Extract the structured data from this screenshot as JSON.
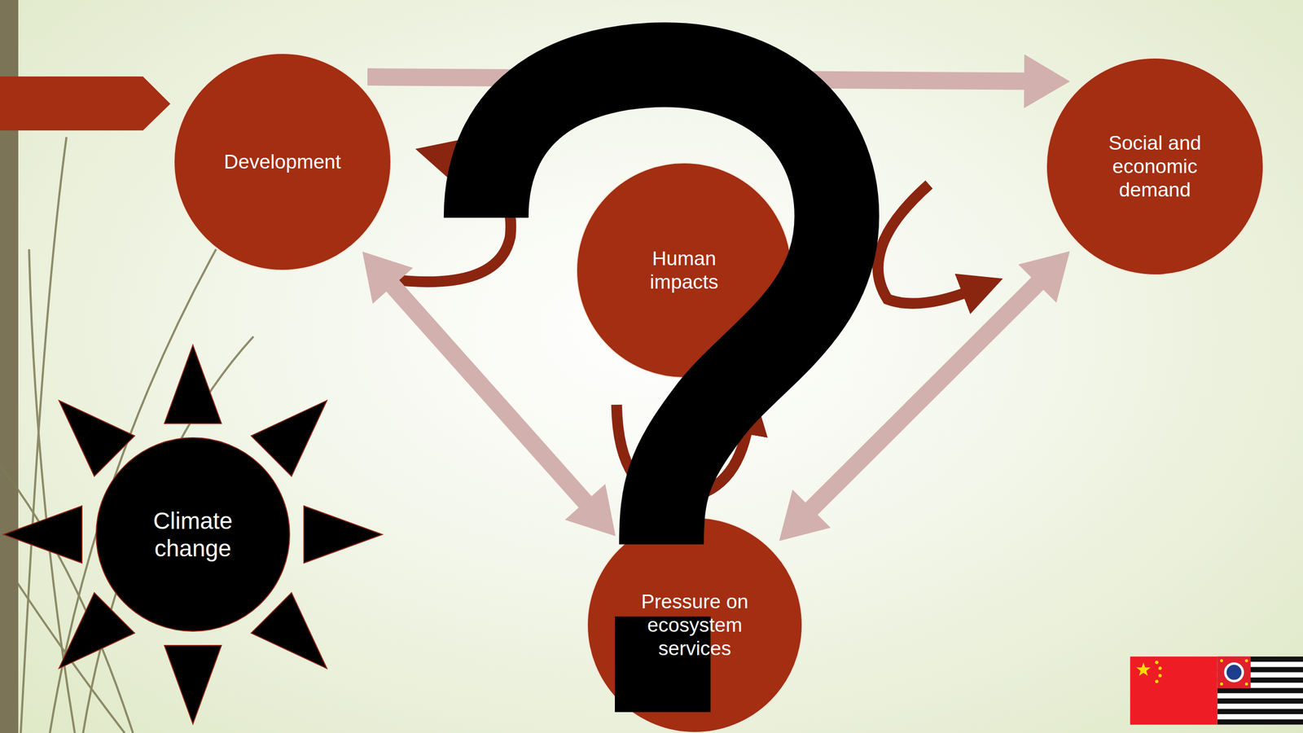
{
  "diagram": {
    "nodes": [
      {
        "text": [
          "Development"
        ]
      },
      {
        "text": [
          "Human impacts"
        ]
      },
      {
        "text": [
          "Social and economic demand"
        ]
      },
      {
        "text": [
          "Climate change"
        ]
      },
      {
        "text": [
          "Pressure on ecosystem services"
        ]
      }
    ],
    "edges": [
      {
        "from": 0,
        "to": 4,
        "arrow": "both"
      },
      {
        "from": 2,
        "to": 4,
        "arrow": "both"
      },
      {
        "from": 0,
        "to": 2,
        "arrow": "to"
      }
    ]
  }
}
